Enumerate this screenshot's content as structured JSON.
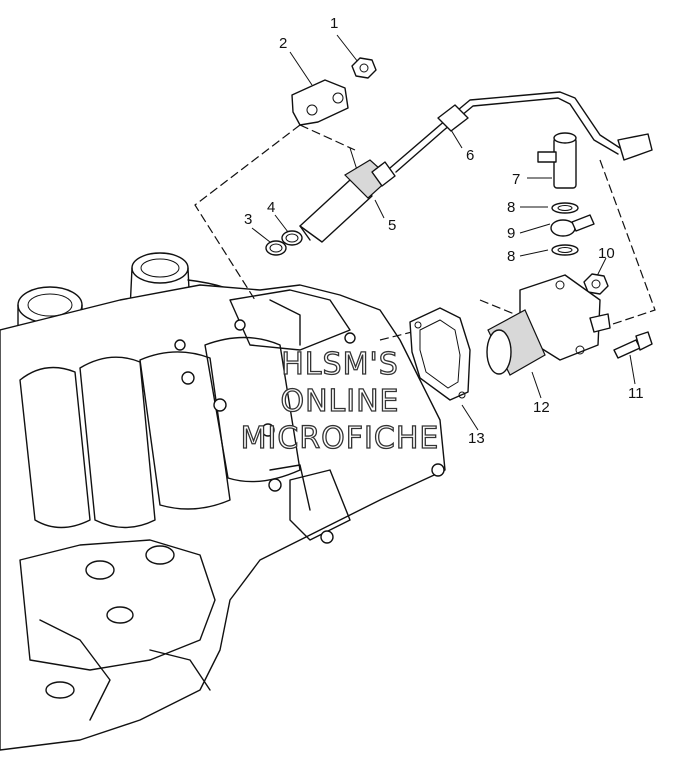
{
  "diagram": {
    "callouts": [
      "1",
      "2",
      "3",
      "4",
      "5",
      "6",
      "7",
      "8",
      "9",
      "8",
      "10",
      "11",
      "12",
      "13"
    ],
    "watermark": [
      "HLSM'S",
      "ONLINE",
      "MICROFICHE"
    ]
  }
}
